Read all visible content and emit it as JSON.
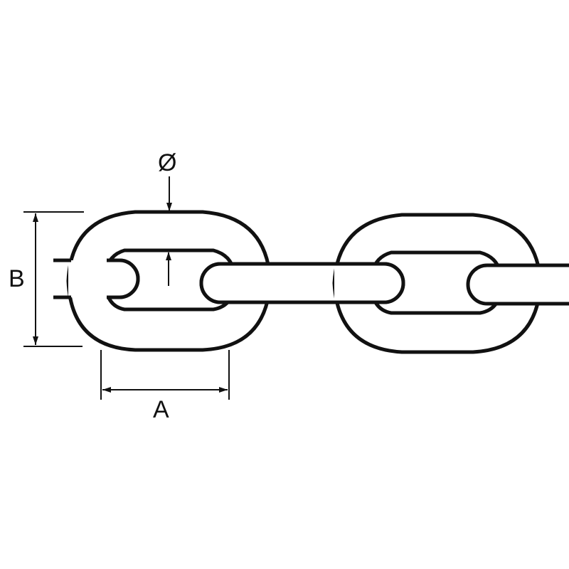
{
  "diagram": {
    "type": "chain link dimension drawing",
    "labels": {
      "diameter": "Ø",
      "length": "A",
      "width": "B"
    },
    "colors": {
      "line": "#111111",
      "background": "#ffffff"
    },
    "links_visible": 2,
    "connecting_links_visible": 3
  }
}
